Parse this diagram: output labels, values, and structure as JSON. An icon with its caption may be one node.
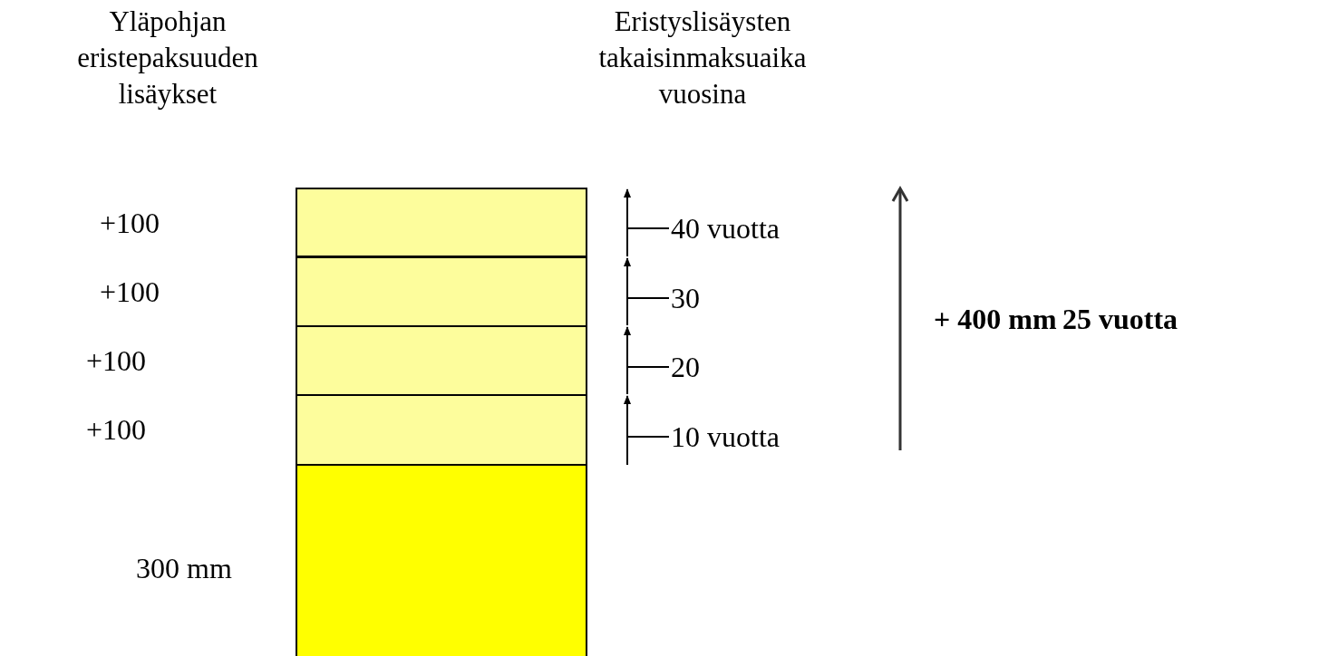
{
  "diagram": {
    "nodes": [
      {
        "text": [],
        "shape": "box"
      },
      {
        "text": [],
        "shape": "box"
      },
      {
        "text": [],
        "shape": "box"
      },
      {
        "text": [],
        "shape": "box"
      },
      {
        "text": [],
        "shape": "box"
      }
    ],
    "labels": [
      "Yläpohjan eristepaksuuden lisäykset",
      "Eristyslisäysten takaisinmaksuaika vuosina",
      "+100",
      "40 vuotta",
      "+100",
      "30",
      "+ 400 mm",
      "25 vuotta",
      "+100",
      "20",
      "+100",
      "10 vuotta",
      "300 mm"
    ]
  }
}
